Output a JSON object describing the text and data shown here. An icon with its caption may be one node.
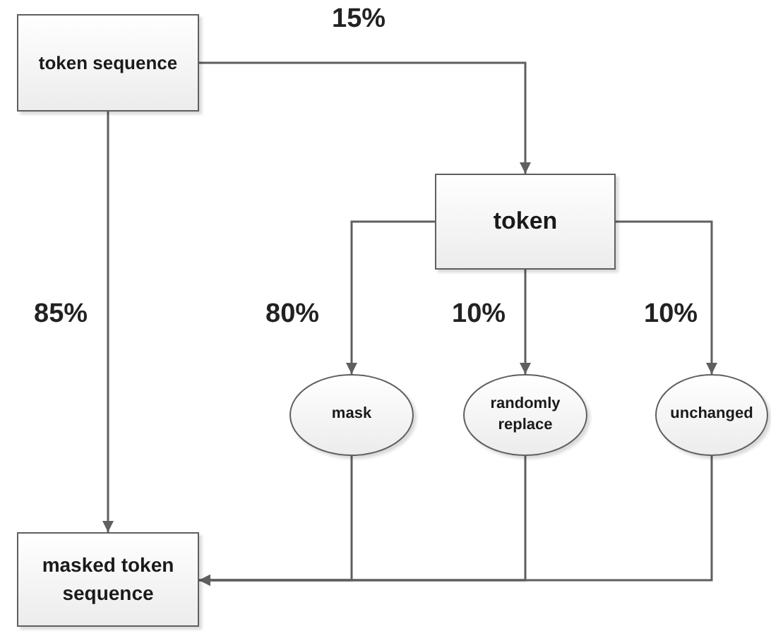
{
  "diagram": {
    "nodes": [
      {
        "text": [
          "token sequence"
        ]
      },
      {
        "text": [
          "token"
        ]
      },
      {
        "text": [
          "mask"
        ]
      },
      {
        "text": [
          "randomly replace"
        ]
      },
      {
        "text": [
          "unchanged"
        ]
      },
      {
        "text": [
          "masked token sequence"
        ]
      }
    ],
    "edges": [
      {
        "from": 0,
        "to": 1,
        "arrow": "to",
        "label": "15%"
      },
      {
        "from": 0,
        "to": 5,
        "arrow": "to",
        "label": "85%"
      },
      {
        "from": 1,
        "to": 2,
        "arrow": "to",
        "label": "80%"
      },
      {
        "from": 1,
        "to": 3,
        "arrow": "to",
        "label": "10%"
      },
      {
        "from": 1,
        "to": 4,
        "arrow": "to",
        "label": "10%"
      },
      {
        "from": 2,
        "to": 5,
        "arrow": "to"
      },
      {
        "from": 3,
        "to": 5,
        "arrow": "to"
      },
      {
        "from": 4,
        "to": 5,
        "arrow": "to"
      }
    ]
  }
}
